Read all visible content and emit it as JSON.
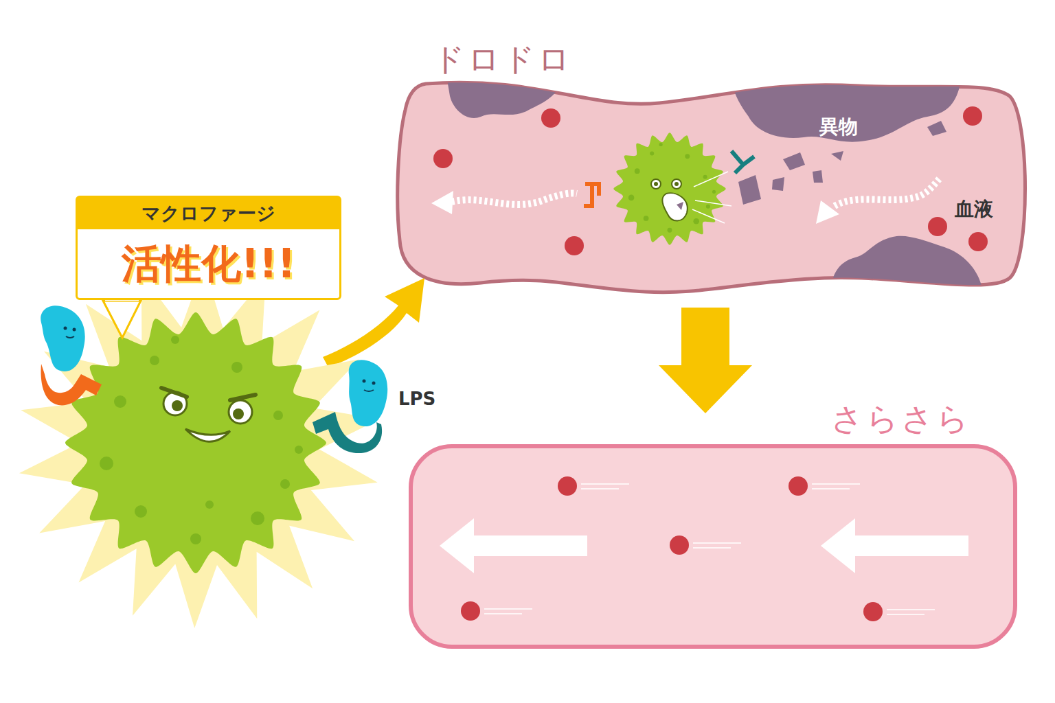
{
  "diagram": {
    "nodes": [
      {
        "text": [
          "マクロファージ",
          "活性化!!!"
        ]
      },
      {
        "text": [
          "ドロドロ"
        ]
      },
      {
        "text": [
          "さらさら"
        ]
      }
    ],
    "edges": [
      {
        "from": 1,
        "to": 2,
        "arrow": "to"
      }
    ],
    "labels": [
      "異物",
      "血液",
      "LPS"
    ]
  }
}
